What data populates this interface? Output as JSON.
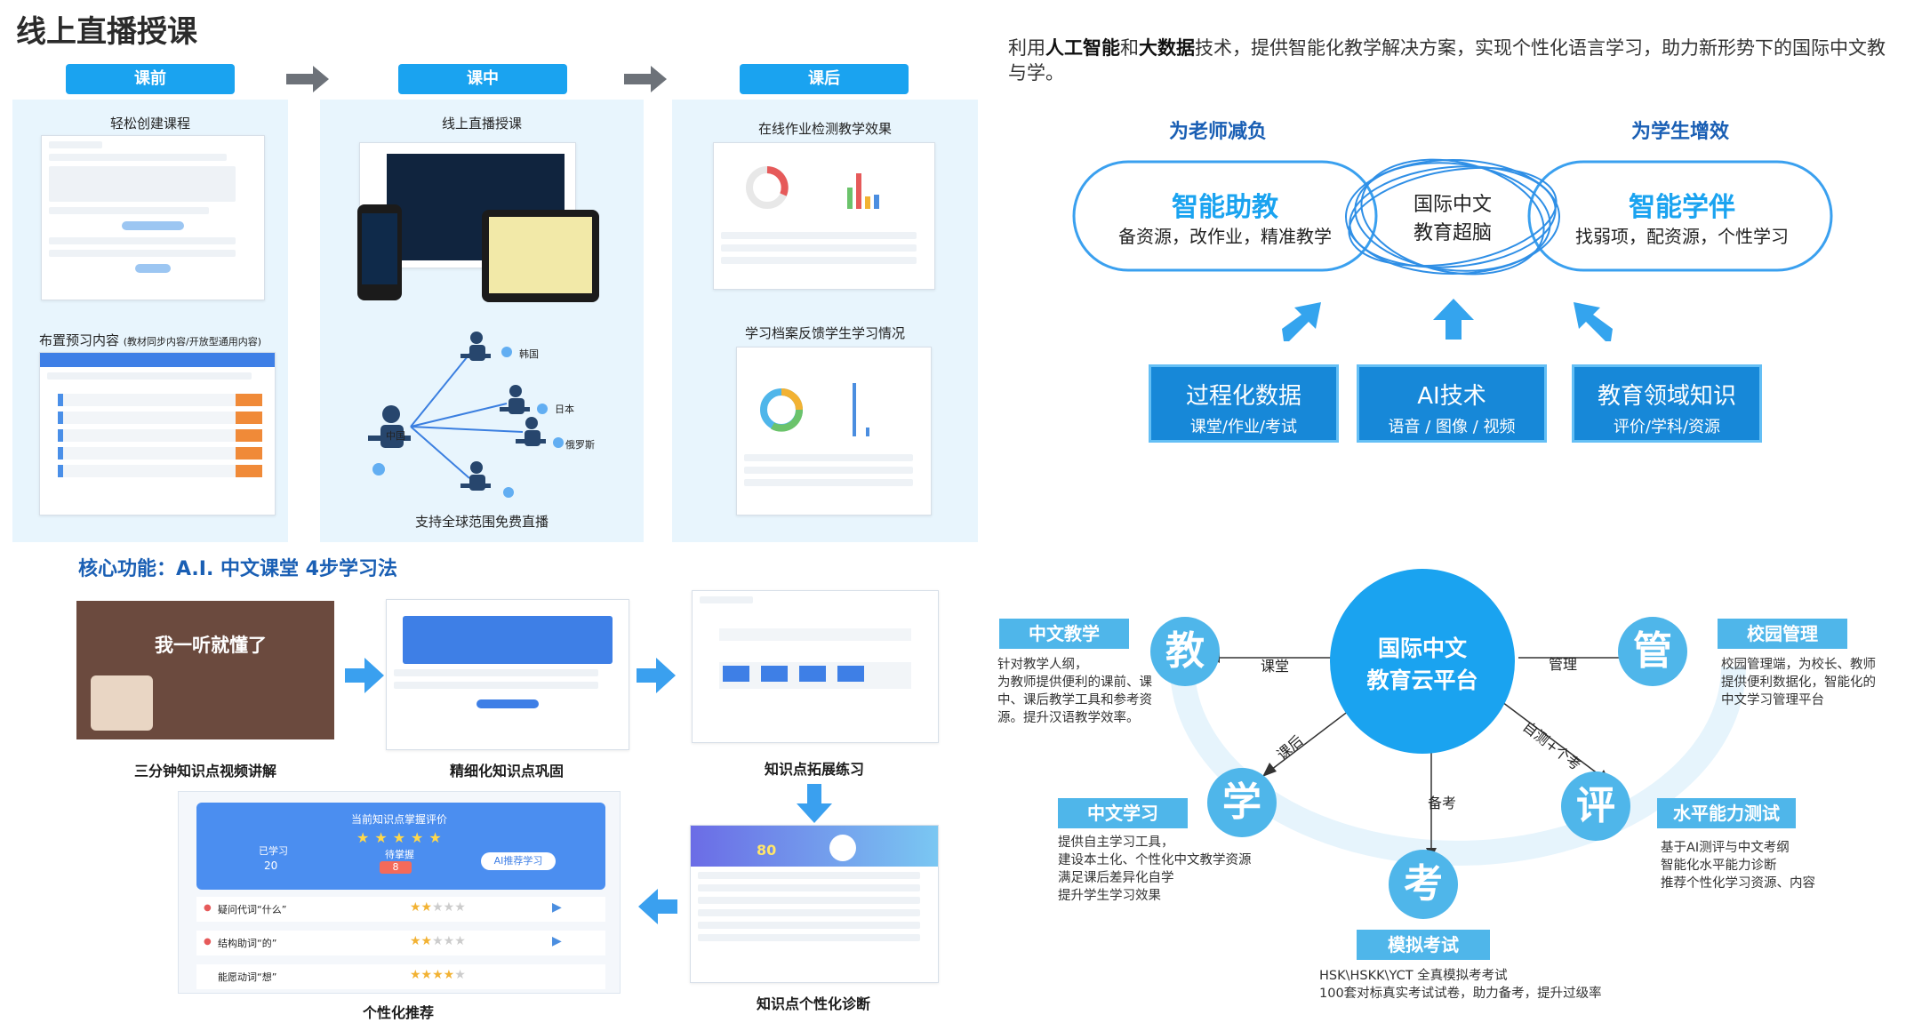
{
  "page_title": "线上直播授课",
  "phases": [
    "课前",
    "课中",
    "课后"
  ],
  "before": {
    "caption1": "轻松创建课程",
    "caption2": "布置预习内容",
    "caption2_small": "(教材同步内容/开放型通用内容)"
  },
  "during": {
    "caption1": "线上直播授课",
    "locations": [
      "韩国",
      "日本",
      "中国",
      "俄罗斯"
    ],
    "caption2": "支持全球范围免费直播"
  },
  "after": {
    "caption1": "在线作业检测教学效果",
    "caption2": "学习档案反馈学生学习情况"
  },
  "core": {
    "title": "核心功能：A.I. 中文课堂 4步学习法",
    "video_text": "我一听就懂了",
    "steps": [
      "三分钟知识点视频讲解",
      "精细化知识点巩固",
      "知识点拓展练习",
      "知识点个性化诊断",
      "个性化推荐"
    ],
    "rec": {
      "header": "当前知识点掌握评价",
      "learned_label": "已学习",
      "learned_value": "20",
      "review_label": "待掌握",
      "review_value": "8",
      "button": "AI推荐学习",
      "items": [
        "疑问代词“什么”",
        "结构助词“的”",
        "能愿动词“想”"
      ],
      "stars": [
        2,
        2,
        4.5
      ]
    },
    "diag_score": "80"
  },
  "intro": {
    "text_parts": [
      "利用",
      "人工智能",
      "和",
      "大数据",
      "技术，提供智能化教学解决方案，实现个性化语言学习，助力新形势下的国际中文教与学。"
    ]
  },
  "brain": {
    "left_head": "为老师减负",
    "right_head": "为学生增效",
    "left_title": "智能助教",
    "left_sub": "备资源，改作业，精准教学",
    "center": [
      "国际中文",
      "教育超脑"
    ],
    "right_title": "智能学伴",
    "right_sub": "找弱项，配资源，个性学习",
    "techs": [
      {
        "title": "过程化数据",
        "sub": "课堂/作业/考试"
      },
      {
        "title": "AI技术",
        "sub": "语音 / 图像 / 视频"
      },
      {
        "title": "教育领域知识",
        "sub": "评价/学科/资源"
      }
    ]
  },
  "platform": {
    "center": [
      "国际中文",
      "教育云平台"
    ],
    "nodes": {
      "teach": {
        "char": "教",
        "label": "中文教学",
        "desc": [
          "针对教学人纲，",
          "为教师提供便利的课前、课",
          "中、课后教学工具和参考资",
          "源。提升汉语教学效率。"
        ]
      },
      "manage": {
        "char": "管",
        "label": "校园管理",
        "desc": [
          "校园管理端，为校长、教师",
          "提供便利数据化，智能化的",
          "中文学习管理平台"
        ]
      },
      "learn": {
        "char": "学",
        "label": "中文学习",
        "desc": [
          "提供自主学习工具，",
          "建设本土化、个性化中文教学资源",
          "满足课后差异化自学",
          "提升学生学习效果"
        ]
      },
      "assess": {
        "char": "评",
        "label": "水平能力测试",
        "desc": [
          "基于AI测评与中文考纲",
          "智能化水平能力诊断",
          "推荐个性化学习资源、内容"
        ]
      },
      "exam": {
        "char": "考",
        "label": "模拟考试",
        "desc": [
          "HSK\\HSKK\\YCT 全真模拟考考试",
          "100套对标真实考试试卷，助力备考，提升过级率"
        ]
      }
    },
    "edges": [
      "课堂",
      "管理",
      "课后",
      "自测+个考",
      "备考"
    ]
  }
}
